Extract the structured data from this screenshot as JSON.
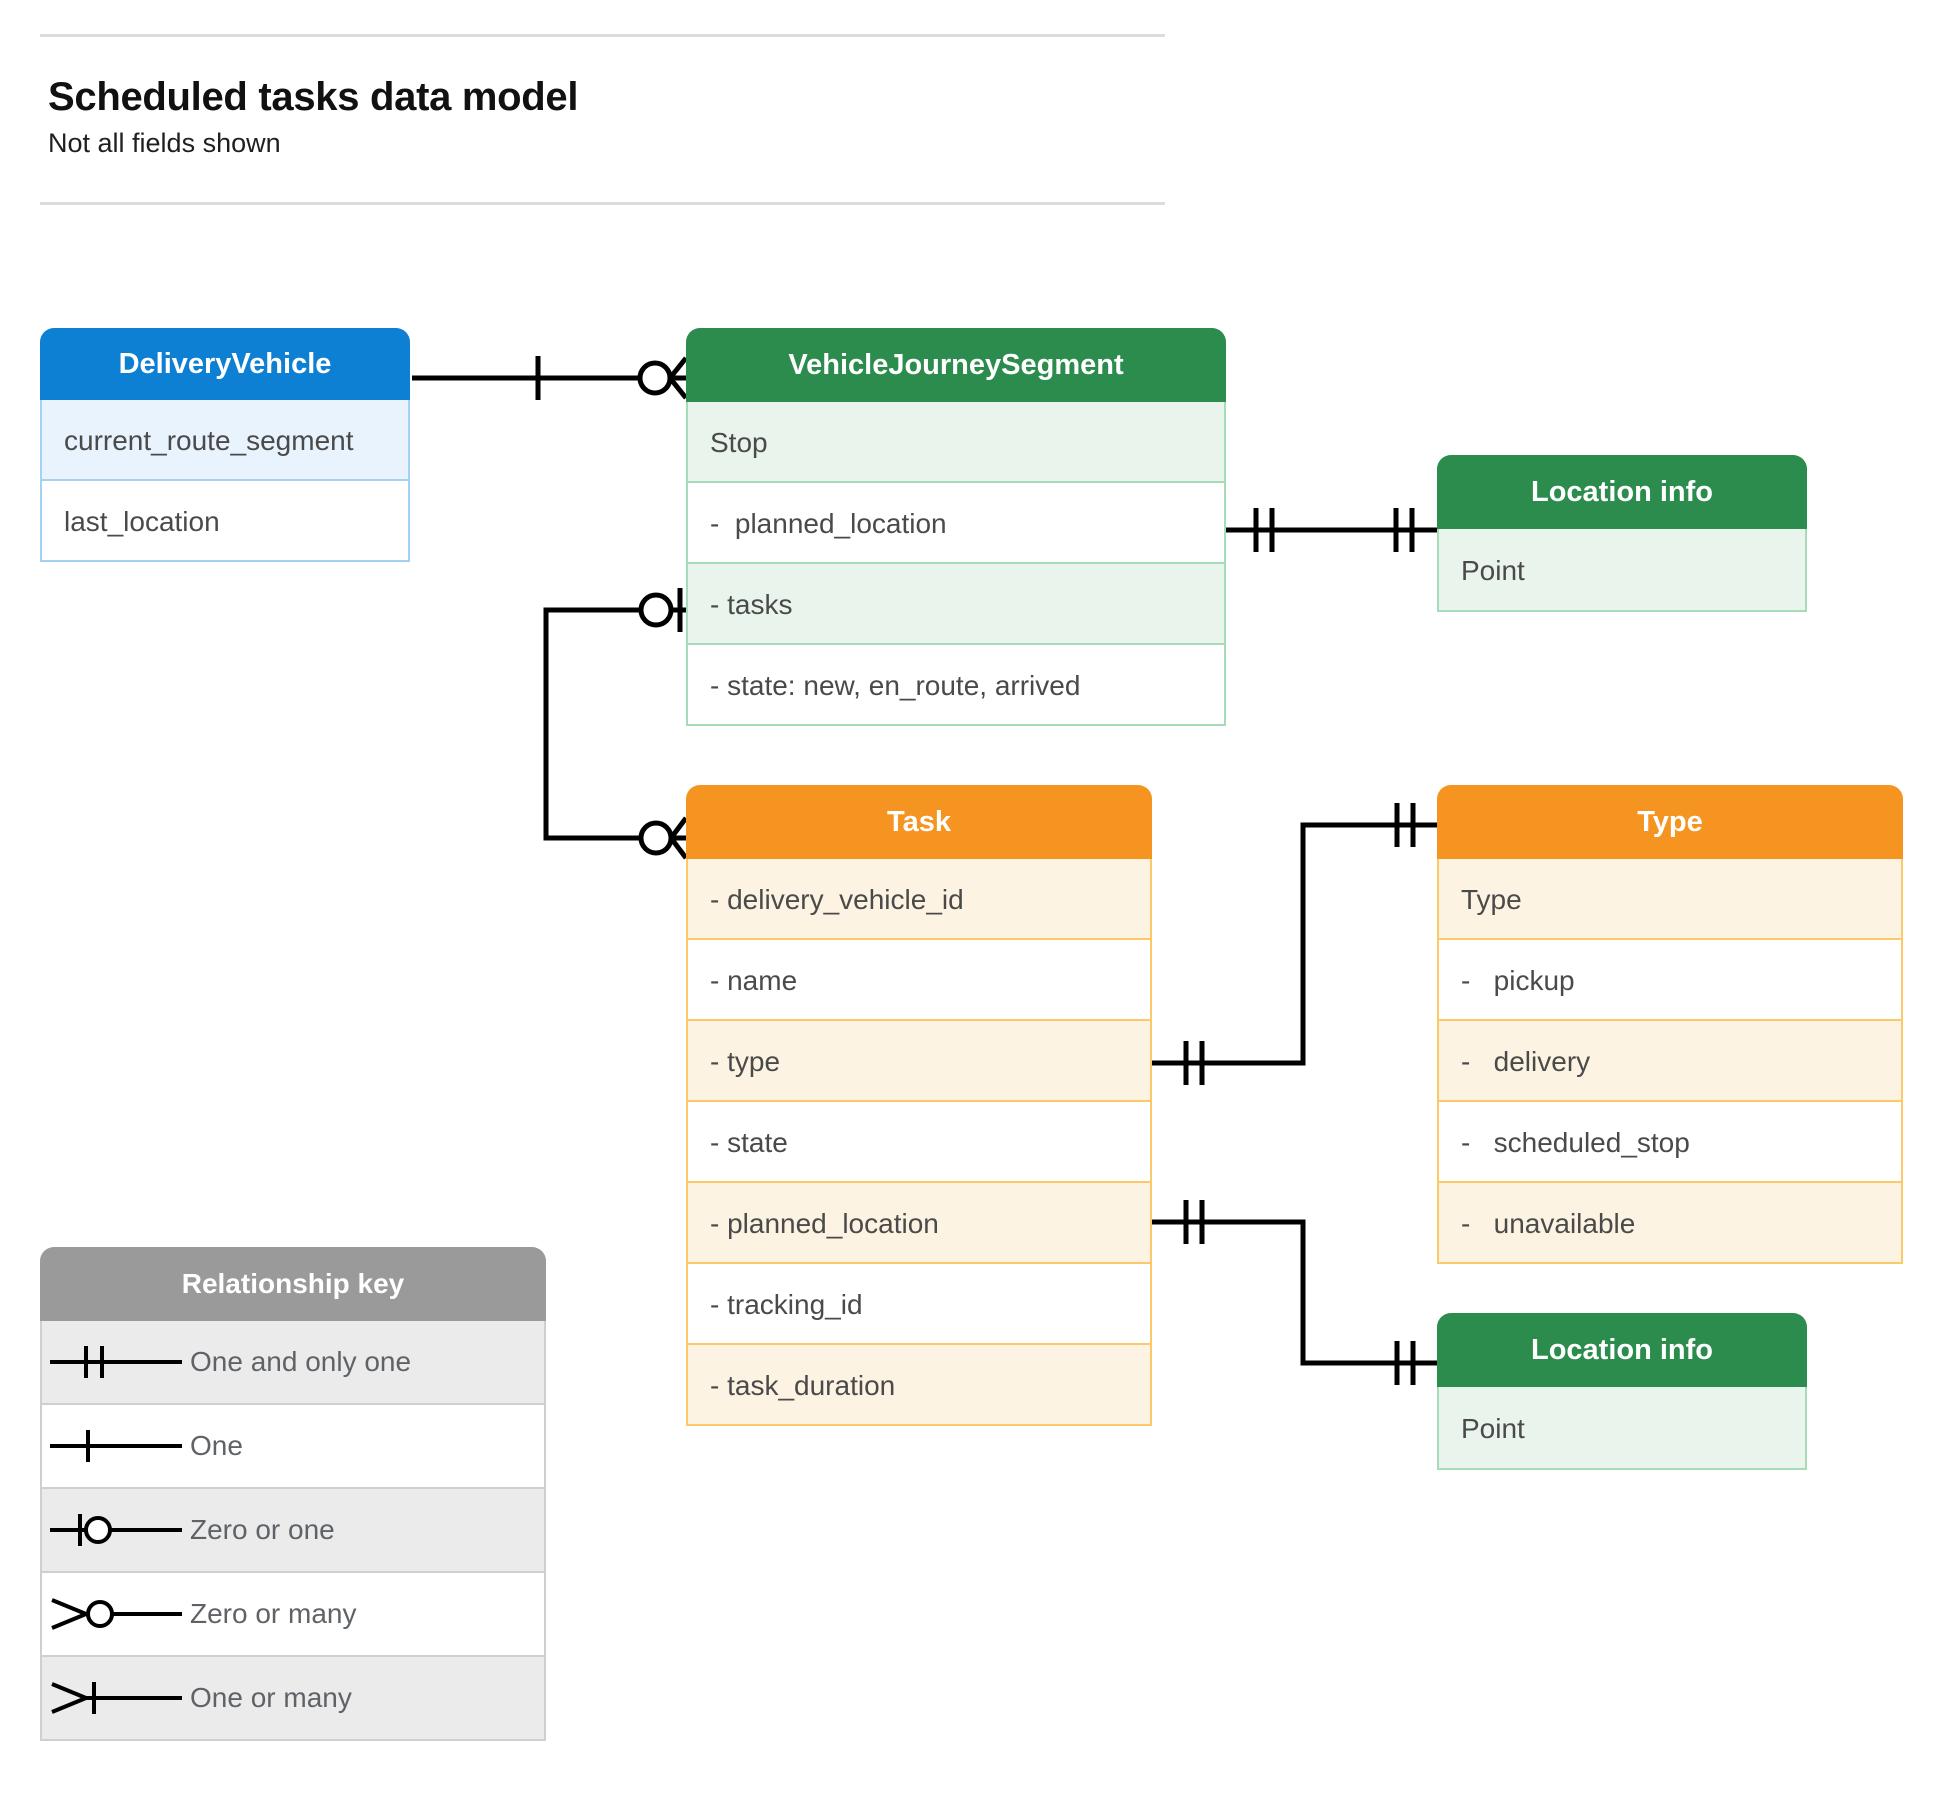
{
  "header": {
    "title": "Scheduled tasks data model",
    "subtitle": "Not all fields shown"
  },
  "colors": {
    "blue_header": "#0d80d4",
    "blue_row": "#e8f3fd",
    "blue_border": "#a6d2f2",
    "green_header": "#2b8c4d",
    "green_row": "#e9f4ec",
    "green_border": "#a8dcb9",
    "orange_header": "#f59420",
    "orange_row": "#fdf3e2",
    "orange_border": "#fbc96a",
    "gray_header": "#9a9a9a",
    "gray_row": "#ebebeb",
    "connector_line": "#000000",
    "text": "#4a4a4a"
  },
  "entities": {
    "delivery_vehicle": {
      "title": "DeliveryVehicle",
      "rows": [
        "current_route_segment",
        "last_location"
      ]
    },
    "vehicle_journey_segment": {
      "title": "VehicleJourneySegment",
      "rows": [
        "Stop",
        "-  planned_location",
        "- tasks",
        "- state: new, en_route, arrived"
      ]
    },
    "location_info_top": {
      "title": "Location info",
      "rows": [
        "Point"
      ]
    },
    "task": {
      "title": "Task",
      "rows": [
        "- delivery_vehicle_id",
        "- name",
        "- type",
        "- state",
        "- planned_location",
        "- tracking_id",
        "- task_duration"
      ]
    },
    "type": {
      "title": "Type",
      "rows": [
        "Type",
        "-   pickup",
        "-   delivery",
        "-   scheduled_stop",
        "-   unavailable"
      ]
    },
    "location_info_bottom": {
      "title": "Location info",
      "rows": [
        "Point"
      ]
    }
  },
  "legend": {
    "title": "Relationship key",
    "items": [
      {
        "symbol": "one-and-only-one",
        "label": "One and only one"
      },
      {
        "symbol": "one",
        "label": "One"
      },
      {
        "symbol": "zero-or-one",
        "label": "Zero or one"
      },
      {
        "symbol": "zero-or-many",
        "label": "Zero or many"
      },
      {
        "symbol": "one-or-many",
        "label": "One or many"
      }
    ]
  },
  "relationships": [
    {
      "from": "delivery_vehicle",
      "from_cardinality": "one",
      "to": "vehicle_journey_segment",
      "to_cardinality": "zero-or-many"
    },
    {
      "from": "vehicle_journey_segment.planned_location",
      "from_cardinality": "one-and-only-one",
      "to": "location_info_top",
      "to_cardinality": "one-and-only-one"
    },
    {
      "from": "vehicle_journey_segment.tasks",
      "from_cardinality": "zero-or-one",
      "to": "task",
      "to_cardinality": "zero-or-many"
    },
    {
      "from": "task.type",
      "from_cardinality": "one-and-only-one",
      "to": "type",
      "to_cardinality": "one-and-only-one"
    },
    {
      "from": "task.planned_location",
      "from_cardinality": "one-and-only-one",
      "to": "location_info_bottom",
      "to_cardinality": "one-and-only-one"
    }
  ]
}
